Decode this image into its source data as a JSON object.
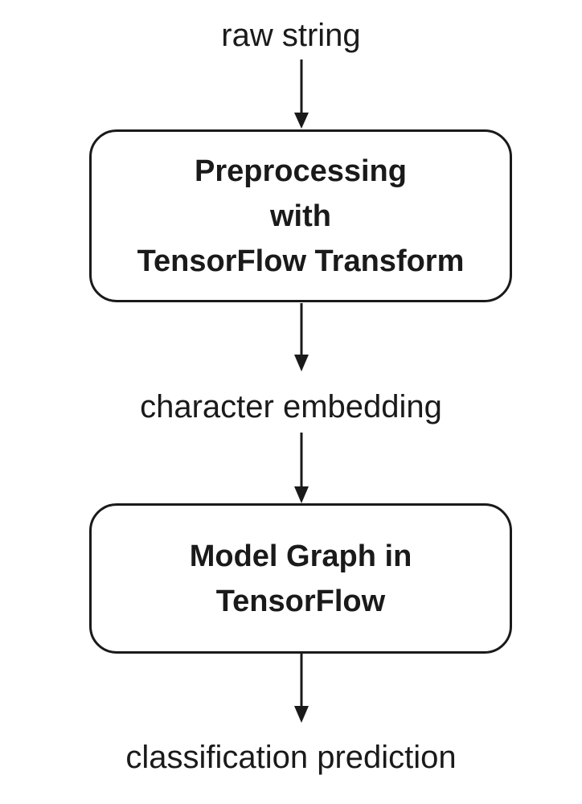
{
  "nodes": {
    "input": {
      "label": "raw string"
    },
    "preprocessing": {
      "lines": [
        "Preprocessing",
        "with",
        "TensorFlow Transform"
      ]
    },
    "embedding": {
      "label": "character embedding"
    },
    "model": {
      "lines": [
        "Model Graph in",
        "TensorFlow"
      ]
    },
    "output": {
      "label": "classification prediction"
    }
  },
  "colors": {
    "stroke": "#1a1a1a",
    "background": "#ffffff"
  }
}
